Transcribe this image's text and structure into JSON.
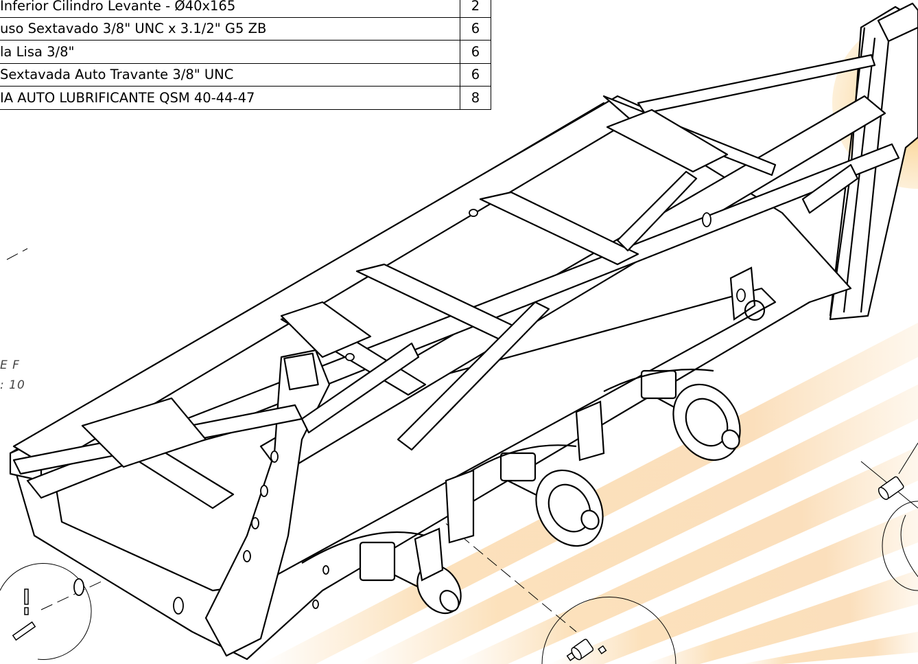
{
  "bom_table": {
    "rows": [
      {
        "description": "Inferior Cilindro Levante - Ø40x165",
        "quantity": "2"
      },
      {
        "description": "uso Sextavado 3/8\" UNC x 3.1/2\" G5 ZB",
        "quantity": "6"
      },
      {
        "description": "la Lisa 3/8\"",
        "quantity": "6"
      },
      {
        "description": " Sextavada Auto Travante 3/8\" UNC",
        "quantity": "6"
      },
      {
        "description": "IA AUTO LUBRIFICANTE QSM 40-44-47",
        "quantity": "8"
      }
    ]
  },
  "detail_view": {
    "name": "E F",
    "scale": ": 10"
  },
  "colors": {
    "line": "#000000",
    "background": "#ffffff",
    "watermark": "#f6c27a"
  }
}
